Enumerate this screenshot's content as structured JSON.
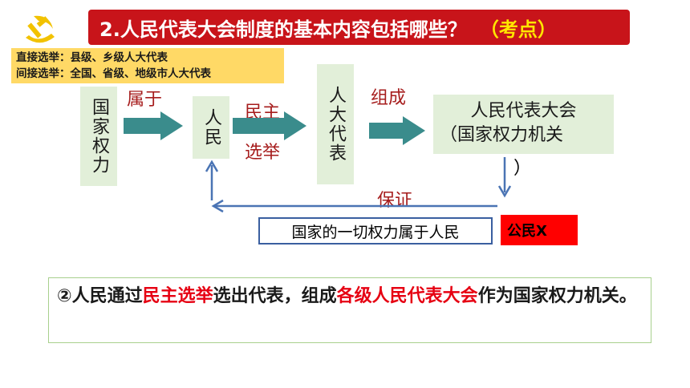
{
  "title": {
    "main": "2.人民代表大会制度的基本内容包括哪些？",
    "tag": "（考点）"
  },
  "note": {
    "line1": "直接选举：县级、乡级人大代表",
    "line2": "间接选举：全国、省级、地级市人大代表"
  },
  "flow": {
    "state_power": "国家权力",
    "belongs_to": "属于",
    "people": "人民",
    "democratic": "民主",
    "election": "选举",
    "deputies": "人大代表",
    "form": "组成",
    "congress_line1": "人民代表大会",
    "congress_line2": "（国家权力机关",
    "congress_line3": "）",
    "guarantee": "保证"
  },
  "statement": "国家的一切权力属于人民",
  "citizen": "公民X",
  "summary": {
    "p1": "②人民通过",
    "r1": "民主选举",
    "p2": "选出代表，组成",
    "r2": "各级人民代表大会",
    "p3": "作为国家权力机关。"
  },
  "colors": {
    "title_bg": "#c8141a",
    "tag": "#ffe600",
    "note_bg": "#ffd966",
    "box_bg": "#e2efd9",
    "arrow_teal": "#3a8c8c",
    "arrow_blue": "#4a74b4",
    "label_red": "#a61c1c",
    "highlight_red": "#e60012",
    "citizen_bg": "#ff0000"
  }
}
